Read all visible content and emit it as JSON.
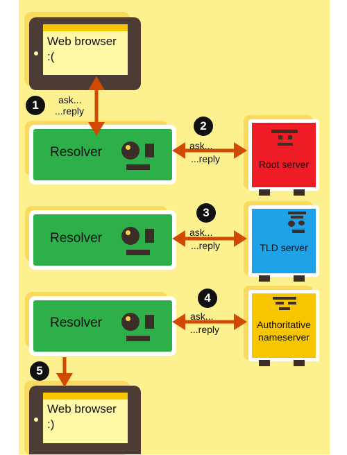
{
  "top_browser": {
    "title": "Web browser",
    "status": ":("
  },
  "bottom_browser": {
    "title": "Web browser",
    "status": ":)"
  },
  "resolvers": [
    {
      "label": "Resolver"
    },
    {
      "label": "Resolver"
    },
    {
      "label": "Resolver"
    }
  ],
  "servers": [
    {
      "name": "Root server"
    },
    {
      "name": "TLD server"
    },
    {
      "name_line1": "Authoritative",
      "name_line2": "nameserver"
    }
  ],
  "steps": [
    {
      "number": "1",
      "ask": "ask...",
      "reply": "...reply"
    },
    {
      "number": "2",
      "ask": "ask...",
      "reply": "...reply"
    },
    {
      "number": "3",
      "ask": "ask...",
      "reply": "...reply"
    },
    {
      "number": "4",
      "ask": "ask...",
      "reply": "...reply"
    },
    {
      "number": "5"
    }
  ],
  "colors": {
    "background": "#fdf08f",
    "resolver_green": "#2db04a",
    "root_red": "#ee1c24",
    "tld_blue": "#1ea1e6",
    "auth_yellow": "#f7c600",
    "arrow_orange": "#d04a02"
  }
}
